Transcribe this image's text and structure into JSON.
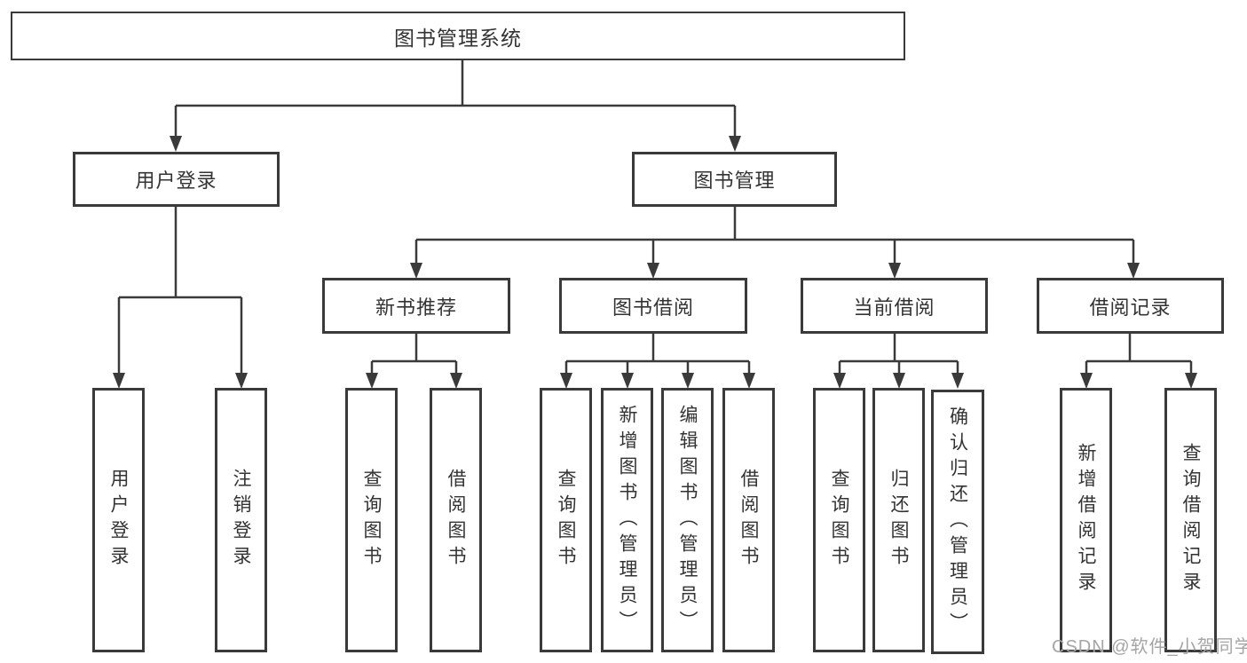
{
  "diagram": {
    "root": {
      "id": "root",
      "label": "图书管理系统"
    },
    "level2": [
      {
        "id": "user-login",
        "label": "用户登录",
        "parent": "root"
      },
      {
        "id": "book-management",
        "label": "图书管理",
        "parent": "root"
      }
    ],
    "level3": [
      {
        "id": "new-book-recommend",
        "label": "新书推荐",
        "parent": "book-management"
      },
      {
        "id": "book-borrowing",
        "label": "图书借阅",
        "parent": "book-management"
      },
      {
        "id": "current-borrowing",
        "label": "当前借阅",
        "parent": "book-management"
      },
      {
        "id": "borrowing-records",
        "label": "借阅记录",
        "parent": "book-management"
      }
    ],
    "level4": [
      {
        "id": "user-login-action",
        "label": "用户登录",
        "parent": "user-login"
      },
      {
        "id": "logout-action",
        "label": "注销登录",
        "parent": "user-login"
      },
      {
        "id": "query-books-recommend",
        "label": "查询图书",
        "parent": "new-book-recommend"
      },
      {
        "id": "borrow-books-recommend",
        "label": "借阅图书",
        "parent": "new-book-recommend"
      },
      {
        "id": "query-books-borrowing",
        "label": "查询图书",
        "parent": "book-borrowing"
      },
      {
        "id": "add-book-admin",
        "label": "新增图书（管理员）",
        "parent": "book-borrowing"
      },
      {
        "id": "edit-book-admin",
        "label": "编辑图书（管理员）",
        "parent": "book-borrowing"
      },
      {
        "id": "borrow-books-borrowing",
        "label": "借阅图书",
        "parent": "book-borrowing"
      },
      {
        "id": "query-books-current",
        "label": "查询图书",
        "parent": "current-borrowing"
      },
      {
        "id": "return-book",
        "label": "归还图书",
        "parent": "current-borrowing"
      },
      {
        "id": "confirm-return-admin",
        "label": "确认归还（管理员）",
        "parent": "current-borrowing"
      },
      {
        "id": "add-borrow-record",
        "label": "新增借阅记录",
        "parent": "borrowing-records"
      },
      {
        "id": "query-borrow-record",
        "label": "查询借阅记录",
        "parent": "borrowing-records"
      }
    ],
    "colors": {
      "line": "#3a3a3a",
      "box_border": "#3a3a3a",
      "text": "#333333",
      "background": "#ffffff",
      "watermark": "#a5a5a5"
    },
    "watermark": {
      "text": "CSDN @软件_小贺同学"
    }
  }
}
